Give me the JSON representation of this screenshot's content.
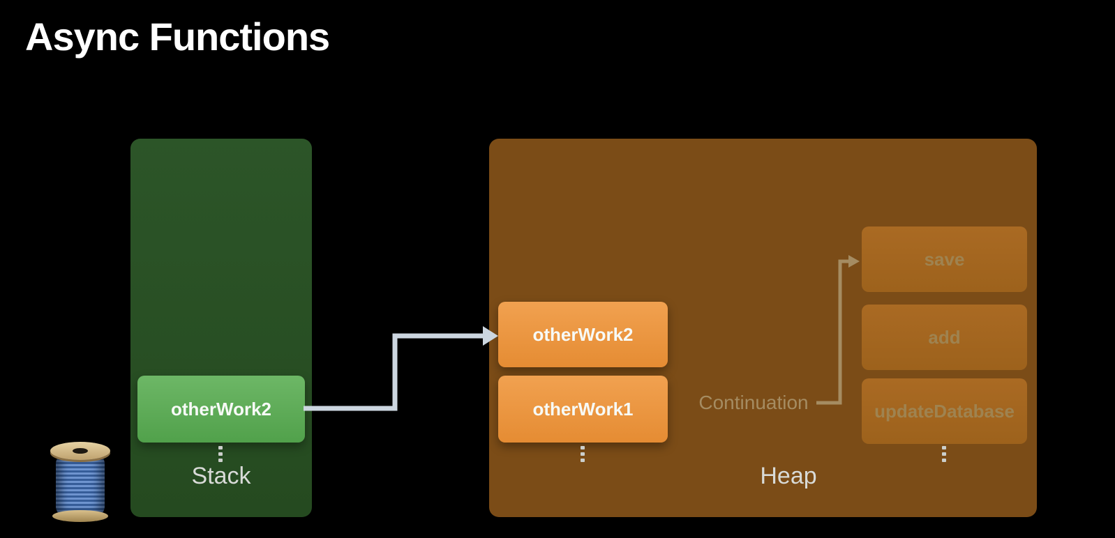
{
  "title": "Async Functions",
  "stack": {
    "label": "Stack",
    "frames": [
      {
        "label": "otherWork2"
      }
    ]
  },
  "heap": {
    "label": "Heap",
    "continuation_label": "Continuation",
    "active_boxes": [
      {
        "label": "otherWork2"
      },
      {
        "label": "otherWork1"
      }
    ],
    "suspended_boxes": [
      {
        "label": "save"
      },
      {
        "label": "add"
      },
      {
        "label": "updateDatabase"
      }
    ]
  },
  "icons": {
    "thread_spool": "thread-spool-icon"
  },
  "colors": {
    "background": "#000000",
    "stack_panel_top": "#2c5528",
    "stack_panel_bottom": "#254a20",
    "stack_frame_top": "#6db766",
    "stack_frame_bottom": "#51a14b",
    "heap_panel": "#7b4c17",
    "heap_box_top": "#f1a150",
    "heap_box_bottom": "#e58c33",
    "suspended_box_top": "#aa6a23",
    "suspended_box_bottom": "#9d621c",
    "suspended_text": "#9f8350",
    "arrow": "#ccd6e0",
    "continuation_accent": "#a58c62",
    "label_text": "#d8dad7",
    "box_text": "#f7faf7",
    "dot": "#cbcecb"
  }
}
